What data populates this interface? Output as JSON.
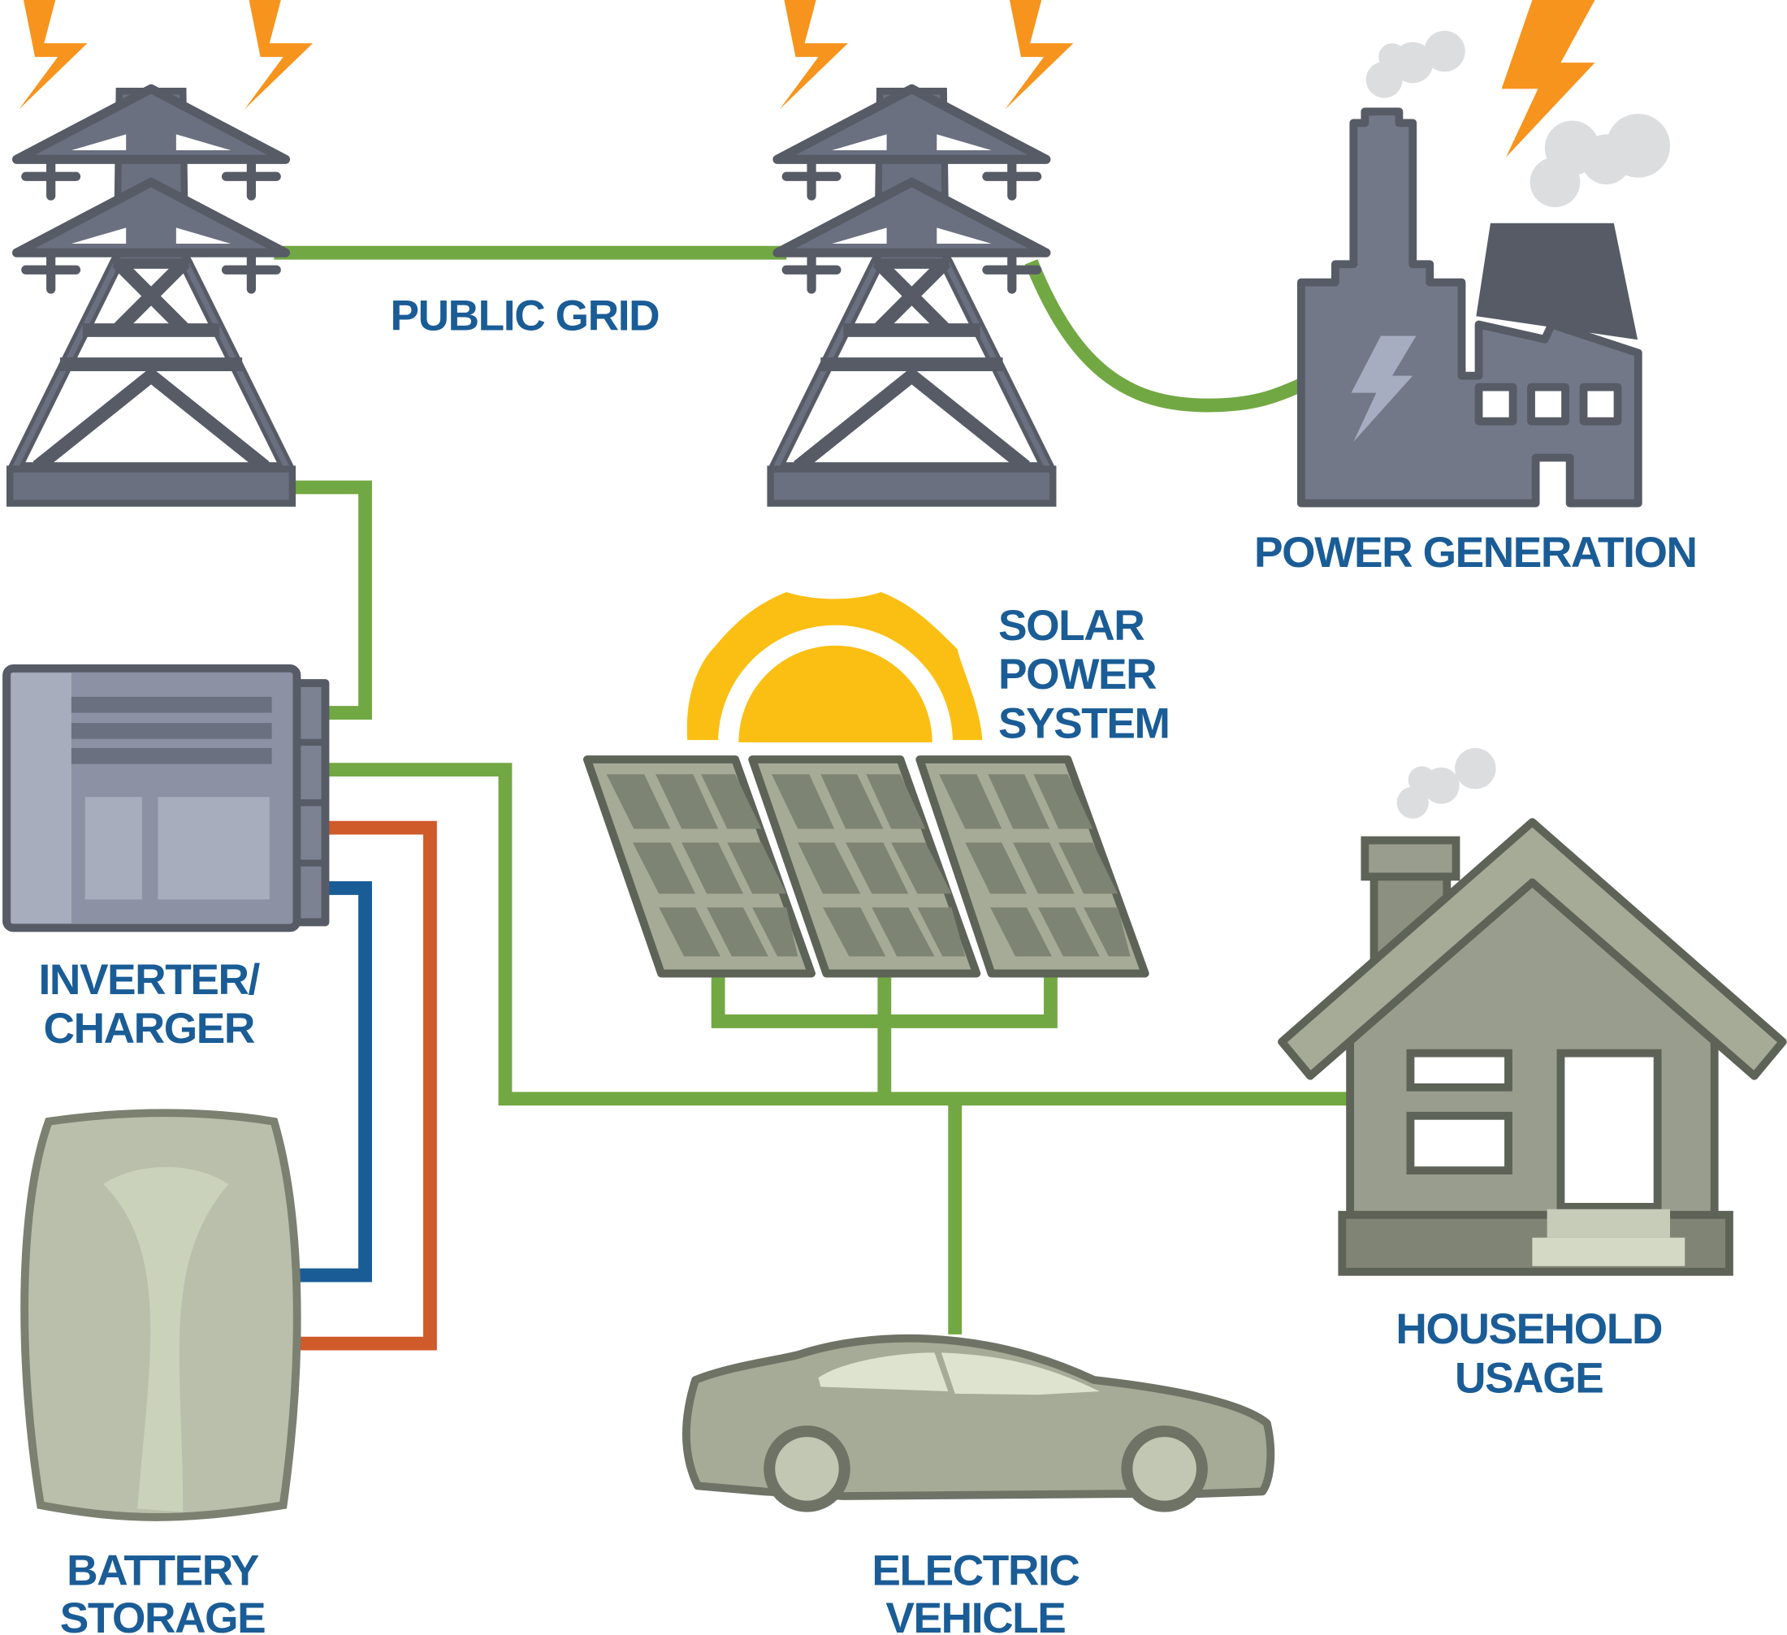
{
  "colors": {
    "label_text": "#1a5c96",
    "ac_wire": "#72a843",
    "dc_positive_wire": "#cf5a2a",
    "dc_negative_wire": "#1a5c96",
    "lightning": "#f7941d",
    "sun": "#fbbf14",
    "structure_gray": "#6b7080",
    "outline_gray": "#565b66"
  },
  "labels": {
    "public_grid": "PUBLIC GRID",
    "power_generation": "POWER GENERATION",
    "solar_line1": "SOLAR",
    "solar_line2": "POWER",
    "solar_line3": "SYSTEM",
    "inverter_line1": "INVERTER/",
    "inverter_line2": "CHARGER",
    "household_line1": "HOUSEHOLD",
    "household_line2": "USAGE",
    "battery_line1": "BATTERY",
    "battery_line2": "STORAGE",
    "ev_line1": "ELECTRIC",
    "ev_line2": "VEHICLE"
  },
  "icons": [
    "transmission-tower-icon",
    "lightning-icon",
    "power-plant-icon",
    "sun-icon",
    "solar-panel-icon",
    "inverter-icon",
    "battery-icon",
    "house-icon",
    "electric-car-icon"
  ]
}
